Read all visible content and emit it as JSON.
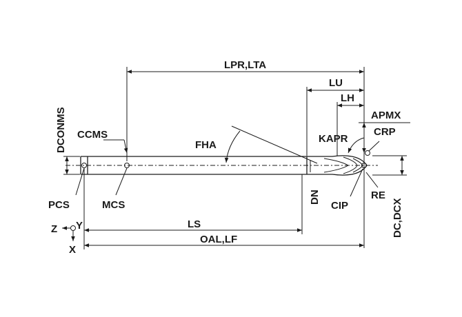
{
  "labels": {
    "lpr_lta": "LPR,LTA",
    "lu": "LU",
    "lh": "LH",
    "apmx": "APMX",
    "crp": "CRP",
    "kapr": "KAPR",
    "fha": "FHA",
    "ccms": "CCMS",
    "dconms": "DCONMS",
    "pcs": "PCS",
    "mcs": "MCS",
    "dn": "DN",
    "cip": "CIP",
    "re": "RE",
    "dc_dcx": "DC,DCX",
    "ls": "LS",
    "oal_lf": "OAL,LF",
    "axis_z": "Z",
    "axis_y": "Y",
    "axis_x": "X"
  }
}
